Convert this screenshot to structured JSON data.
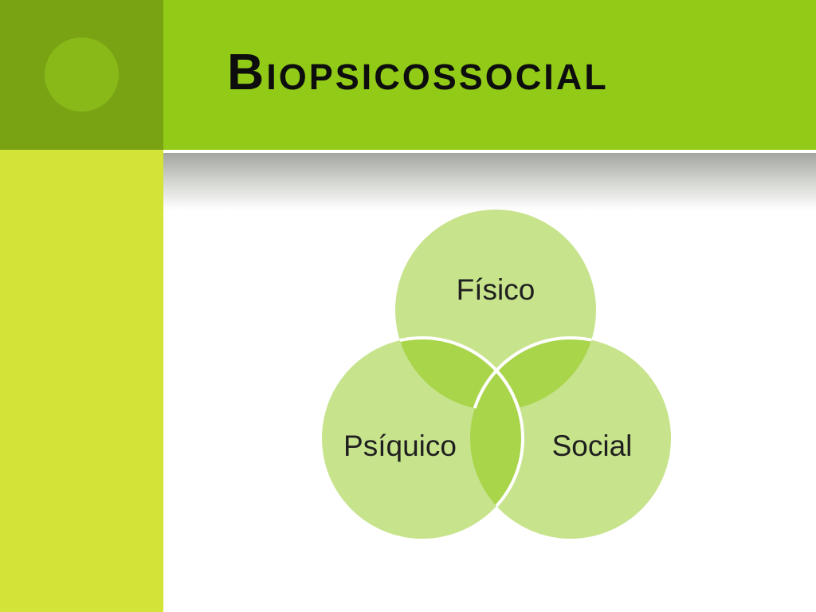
{
  "slide": {
    "title": "Biopsicossocial"
  },
  "venn": {
    "labels": [
      "Físico",
      "Psíquico",
      "Social"
    ]
  },
  "colors": {
    "header_dark": "#7aa314",
    "header_green": "#92cb17",
    "side_strip": "#d3e337",
    "circle_fill": "#c7e38c",
    "overlap_fill": "#a8d54a"
  }
}
